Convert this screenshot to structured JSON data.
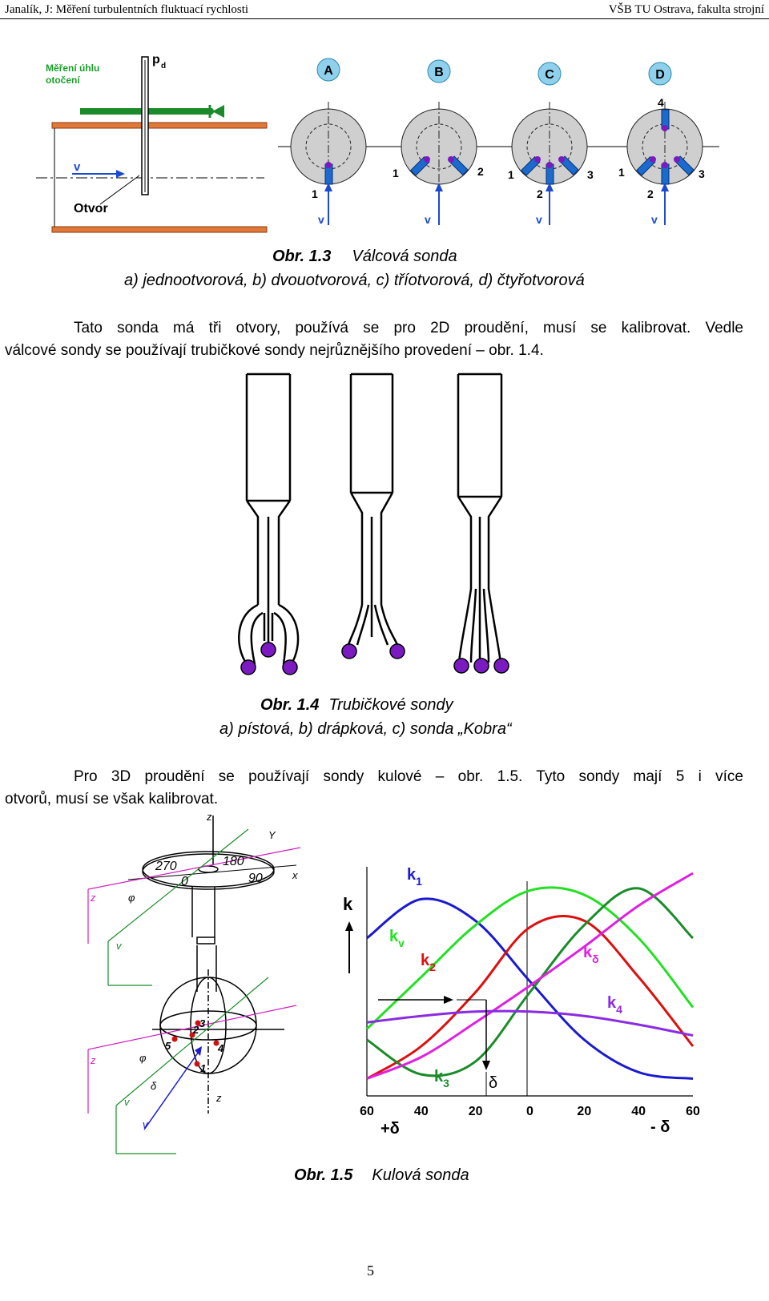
{
  "header": {
    "left": "Janalík, J: Měření turbulentních fluktuací rychlosti",
    "right": "VŠB TU Ostrava, fakulta strojní"
  },
  "fig13": {
    "left_labels": {
      "angle": [
        "Měření úhlu",
        "otočení"
      ],
      "pd": "p",
      "pd_sub": "d",
      "v": "v",
      "hole": "Otvor"
    },
    "probes": [
      {
        "letter": "A",
        "holes": [
          "1"
        ],
        "v": "v"
      },
      {
        "letter": "B",
        "holes": [
          "1",
          "2"
        ],
        "v": "v"
      },
      {
        "letter": "C",
        "holes": [
          "1",
          "2",
          "3"
        ],
        "v": "v"
      },
      {
        "letter": "D",
        "holes": [
          "1",
          "2",
          "3",
          "4"
        ],
        "v": "v"
      }
    ],
    "caption_num": "Obr. 1.3",
    "caption_title": "Válcová sonda",
    "caption_sub": "a)  jednootvorová, b) dvouotvorová, c) tříotvorová, d) čtyřotvorová"
  },
  "para1": {
    "line1": "Tato sonda má tři otvory, používá se pro 2D proudění, musí se kalibrovat. Vedle",
    "line2": "válcové sondy se používají trubičkové sondy nejrůznějšího provedení – obr. 1.4."
  },
  "fig14": {
    "caption_num": "Obr.  1.4",
    "caption_title": "Trubičkové sondy",
    "caption_sub": "a)  pístová, b) drápková, c) sonda „Kobra“"
  },
  "para2": {
    "line1": "Pro 3D proudění se používají sondy kulové – obr. 1.5. Tyto sondy mají 5 i více",
    "line2": "otvorů, musí se však kalibrovat."
  },
  "fig15": {
    "sphere_labels": {
      "z": "z",
      "Y": "Y",
      "x": "x",
      "deg270": "270",
      "deg180": "180",
      "deg0": "0",
      "deg90": "90",
      "phi": "φ",
      "v": "v",
      "delta": "δ",
      "holes": [
        "1",
        "2",
        "3",
        "4",
        "5"
      ]
    },
    "caption_num": "Obr. 1.5",
    "caption_title": "Kulová sonda"
  },
  "chart_data": {
    "type": "line",
    "title": "",
    "ylabel": "k",
    "xlabel_left": "+δ",
    "xlabel_right": "- δ",
    "x_ticks": [
      "60",
      "40",
      "20",
      "0",
      "20",
      "40",
      "60"
    ],
    "x": [
      60,
      40,
      20,
      0,
      -20,
      -40,
      -60
    ],
    "ylim": [
      0,
      1
    ],
    "annotation": "δ",
    "grid": false,
    "series": [
      {
        "name": "k",
        "sub": "1",
        "color": "#1a1ad0",
        "values": [
          0.7,
          0.88,
          0.78,
          0.5,
          0.23,
          0.08,
          0.05
        ]
      },
      {
        "name": "k",
        "sub": "v",
        "color": "#22e022",
        "values": [
          0.28,
          0.52,
          0.76,
          0.92,
          0.9,
          0.7,
          0.38
        ]
      },
      {
        "name": "k",
        "sub": "2",
        "color": "#dd1010",
        "values": [
          0.05,
          0.2,
          0.45,
          0.75,
          0.78,
          0.52,
          0.2
        ]
      },
      {
        "name": "k",
        "sub": "3",
        "color": "#1a8c2a",
        "values": [
          0.23,
          0.07,
          0.13,
          0.45,
          0.76,
          0.93,
          0.7
        ]
      },
      {
        "name": "k",
        "sub": "δ",
        "color": "#e020e0",
        "values": [
          0.05,
          0.15,
          0.31,
          0.48,
          0.66,
          0.85,
          1.0
        ]
      },
      {
        "name": "k",
        "sub": "4",
        "color": "#8a2be2",
        "values": [
          0.31,
          0.34,
          0.36,
          0.36,
          0.34,
          0.3,
          0.25
        ]
      }
    ]
  },
  "page": {
    "number": "5"
  }
}
